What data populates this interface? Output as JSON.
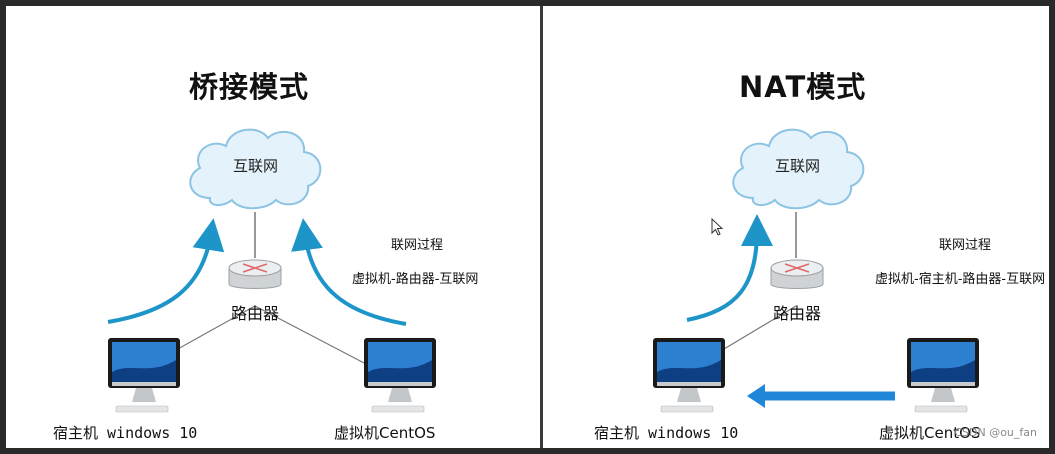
{
  "left": {
    "title": "桥接模式",
    "cloud_label": "互联网",
    "router_label": "路由器",
    "note_title": "联网过程",
    "note_path": "虚拟机-路由器-互联网",
    "host_label": "宿主机 windows 10",
    "vm_label": "虚拟机CentOS"
  },
  "right": {
    "title": "NAT模式",
    "cloud_label": "互联网",
    "router_label": "路由器",
    "note_title": "联网过程",
    "note_path": "虚拟机-宿主机-路由器-互联网",
    "host_label": "宿主机 windows 10",
    "vm_label": "虚拟机CentOS"
  },
  "watermark": "CSDN @ou_fan",
  "colors": {
    "arrow": "#1e95c9",
    "nat_arrow": "#1f86d8",
    "cloud_fill": "#e4f2fb",
    "cloud_stroke": "#8cc3e3",
    "divider": "#3a3a3a"
  },
  "icons": [
    "cloud-icon",
    "router-icon",
    "monitor-icon",
    "keyboard-icon",
    "cursor-icon"
  ]
}
